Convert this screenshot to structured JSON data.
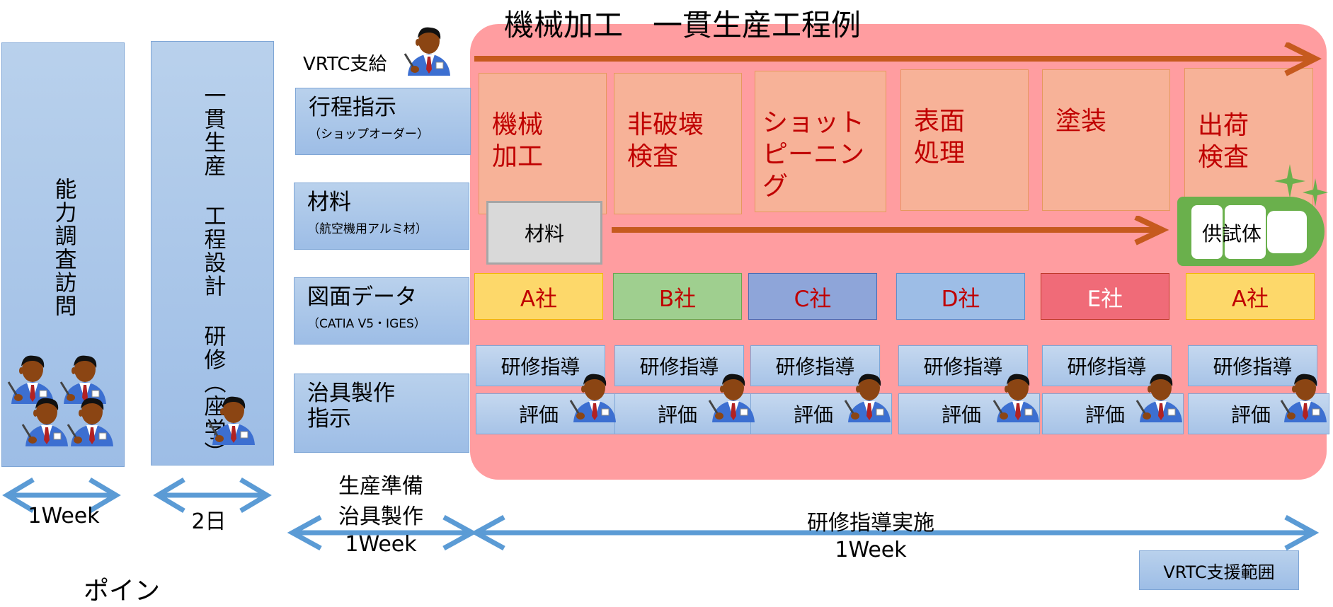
{
  "title": "機械加工　一貫生産工程例",
  "left_boxes": {
    "capability": "能力調査訪問",
    "training": "一貫生産 工程設計 研修（座学）"
  },
  "supply_label": "VRTC支給",
  "row_labels": [
    {
      "main": "行程指示",
      "sub": "（ショップオーダー）"
    },
    {
      "main": "材料",
      "sub": "（航空機用アルミ材）"
    },
    {
      "main": "図面データ",
      "sub": "（CATIA V5・IGES）"
    },
    {
      "main": "治具製作指示",
      "sub": ""
    }
  ],
  "row4_line1": "治具製作",
  "row4_line2": "指示",
  "processes": [
    {
      "line1": "機械",
      "line2": "加工"
    },
    {
      "line1": "非破壊",
      "line2": "検査"
    },
    {
      "line1": "ショット",
      "line2": "ピーニング"
    },
    {
      "line1": "表面",
      "line2": "処理"
    },
    {
      "line1": "塗装",
      "line2": ""
    },
    {
      "line1": "出荷",
      "line2": "検査"
    }
  ],
  "material_label": "材料",
  "specimen_label": "供試体",
  "companies": [
    "A社",
    "B社",
    "C社",
    "D社",
    "E社",
    "A社"
  ],
  "company_colors": [
    "#fdd86a",
    "#9fcf8f",
    "#8ea5d9",
    "#9dbde6",
    "#f06b78",
    "#fdd86a"
  ],
  "training_guidance": "研修指導",
  "evaluation": "評価",
  "durations": {
    "d1": "1Week",
    "d2": "2日",
    "prep_line1": "生産準備",
    "prep_line2": "治具製作",
    "d3": "1Week",
    "impl": "研修指導実施",
    "d4": "1Week"
  },
  "vrtc_scope": "VRTC支援範囲",
  "bottom_text": "ポイン",
  "colors": {
    "arrow_orange": "#c65a1e",
    "arrow_blue": "#5b9bd5",
    "panel": "#ff9da0",
    "green": "#6ab04c",
    "process_text": "#c00000"
  },
  "icons": [
    "person-icon",
    "sparkle-icon"
  ]
}
